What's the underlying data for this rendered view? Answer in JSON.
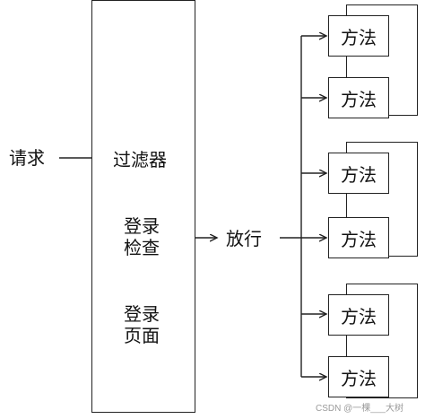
{
  "nodes": {
    "request": "请求",
    "filter": "过滤器",
    "login_check": [
      "登录",
      "检查"
    ],
    "login_page": [
      "登录",
      "页面"
    ],
    "pass": "放行"
  },
  "methods": [
    "方法",
    "方法",
    "方法",
    "方法",
    "方法",
    "方法"
  ],
  "watermark": "CSDN @一棵___大树"
}
